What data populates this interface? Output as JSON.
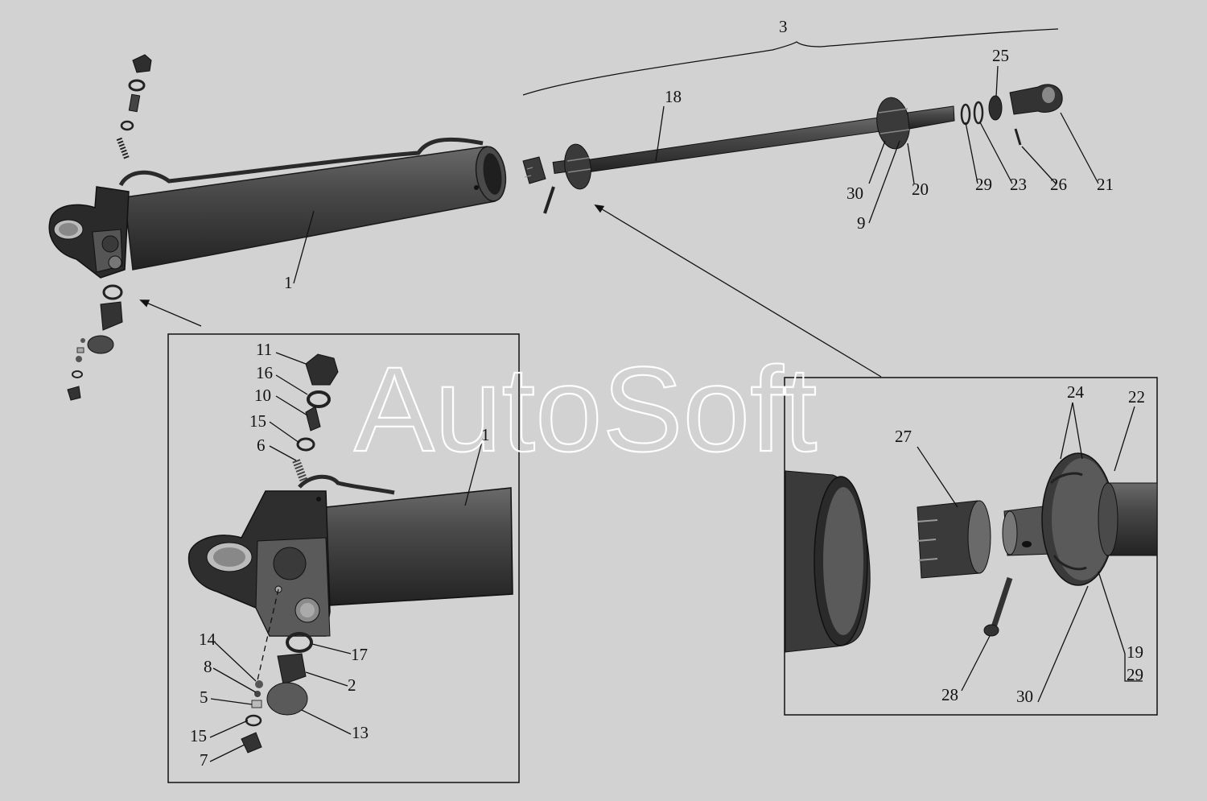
{
  "watermark": "AutoSoft",
  "colors": {
    "background": "#d2d2d2",
    "part_fill": "#3c3c3c",
    "part_dark": "#1f1f1f",
    "part_light": "#7a7a7a",
    "line": "#111111",
    "watermark": "#ffffff"
  },
  "callouts": {
    "main": [
      "3",
      "25",
      "18",
      "1",
      "30",
      "20",
      "9",
      "29",
      "23",
      "26",
      "21"
    ],
    "left_inset": [
      "11",
      "16",
      "10",
      "15",
      "6",
      "1",
      "14",
      "8",
      "5",
      "15",
      "7",
      "17",
      "2",
      "13"
    ],
    "right_inset": [
      "27",
      "24",
      "22",
      "19",
      "29",
      "28",
      "30"
    ]
  }
}
